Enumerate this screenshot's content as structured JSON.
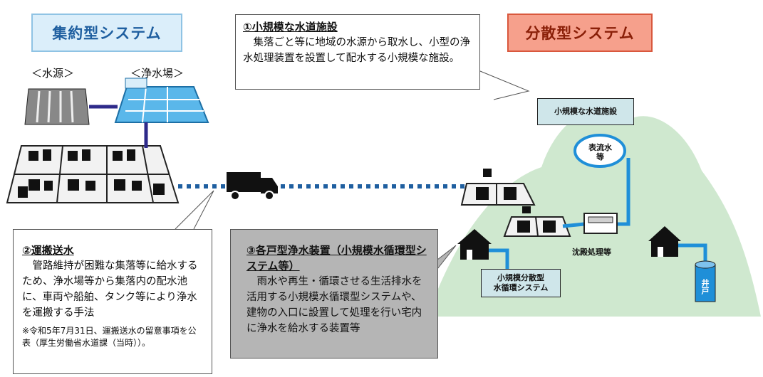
{
  "systems": {
    "centralized": "集約型システム",
    "distributed": "分散型システム"
  },
  "labels": {
    "water_source": "＜水源＞",
    "treatment_plant": "＜浄水場＞",
    "surface_water": "表流水\n等",
    "sedimentation": "沈殿処理等",
    "small_facility": "小規模な水道施設",
    "distributed_cycle": "小規模分散型\n水循環システム",
    "well": "井戸"
  },
  "callouts": {
    "small_waterworks": {
      "heading": "①小規模な水道施設",
      "body": "集落ごと等に地域の水源から取水し、小型の浄水処理装置を設置して配水する小規模な施設。"
    },
    "transport": {
      "heading": "②運搬送水",
      "body": "管路維持が困難な集落等に給水するため、浄水場等から集落内の配水池に、車両や船舶、タンク等により浄水を運搬する手法",
      "note": "※令和5年7月31日、運搬送水の留意事項を公表（厚生労働省水道課（当時））。"
    },
    "household": {
      "heading": "③各戸型浄水装置（小規模水循環型システム等）",
      "body": "雨水や再生・循環させる生活排水を活用する小規模水循環型システムや、建物の入口に設置して処理を行い宅内に浄水を給水する装置等"
    }
  },
  "colors": {
    "pipe_dark": "#2e2a8a",
    "pipe_blue": "#1f8fd8",
    "mountain": "#cfe8cf",
    "callout_gray": "#b5b5b5"
  }
}
